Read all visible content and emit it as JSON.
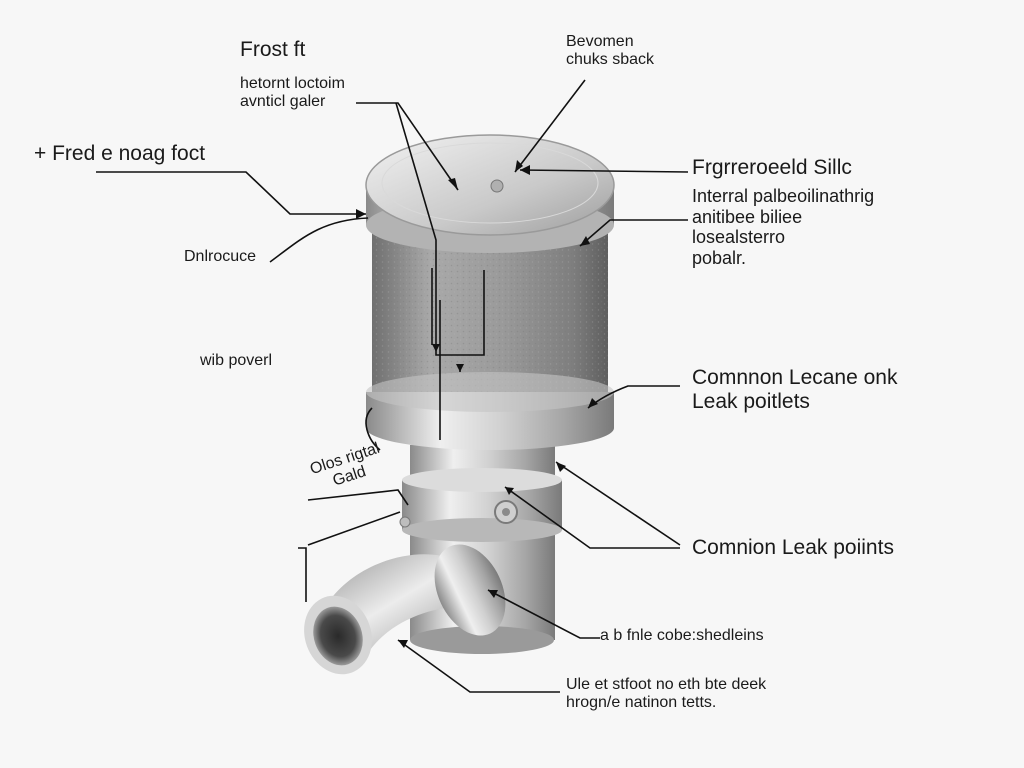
{
  "labels": {
    "top_left_title": "Frost ft",
    "top_left_sub": [
      "hetornt loctoim",
      "avnticl galer"
    ],
    "left_mid": "+ Fred e noag foct",
    "left_small": "Dnlrocuce",
    "left_lower": "wib poverl",
    "left_bottom": [
      "Olos rigtal",
      "Gald"
    ],
    "top_center": [
      "Bevomen",
      "chuks sback"
    ],
    "right_title": "Frgrreroeeld Sillc",
    "right_sub": [
      "Interral palbeoilinathrig",
      "anitibee biliee",
      "losealsterro",
      "pobalr."
    ],
    "common_upper": [
      "Comnnon Lecane onk",
      "Leak poitlets"
    ],
    "common_lower": "Comnion Leak poiints",
    "lower_right_1": "a b fnle cobe:shedleins",
    "lower_right_2": [
      "Ule et stfoot no eth bte deek",
      "hrogn/e natinon tetts."
    ]
  },
  "colors": {
    "background": "#f7f7f7",
    "text": "#1a1a1a",
    "leader_line": "#111111",
    "metal_light": "#e6e6e6",
    "metal_dark": "#8f8f8f",
    "textured_body": "#9a9a9a"
  }
}
